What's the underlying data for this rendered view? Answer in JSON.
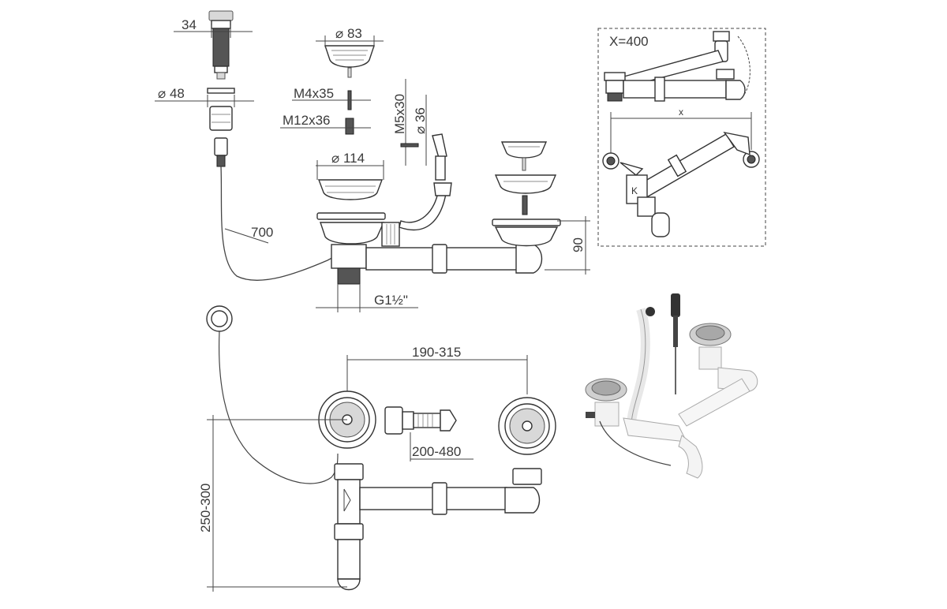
{
  "dimensions": {
    "d34": "34",
    "d48": "⌀ 48",
    "d83": "⌀ 83",
    "m4x35": "M4x35",
    "m12x36": "M12x36",
    "m5x30": "M5x30",
    "d36": "⌀ 36",
    "d114": "⌀ 114",
    "d700": "700",
    "d90": "90",
    "g": "G1½\"",
    "d190_315": "190-315",
    "d200_480": "200-480",
    "d250_300": "250-300"
  },
  "inset": {
    "x_equals": "X=400",
    "x_label": "x"
  },
  "colors": {
    "line": "#444444",
    "metal": "#c8c8c8",
    "background": "#ffffff"
  }
}
